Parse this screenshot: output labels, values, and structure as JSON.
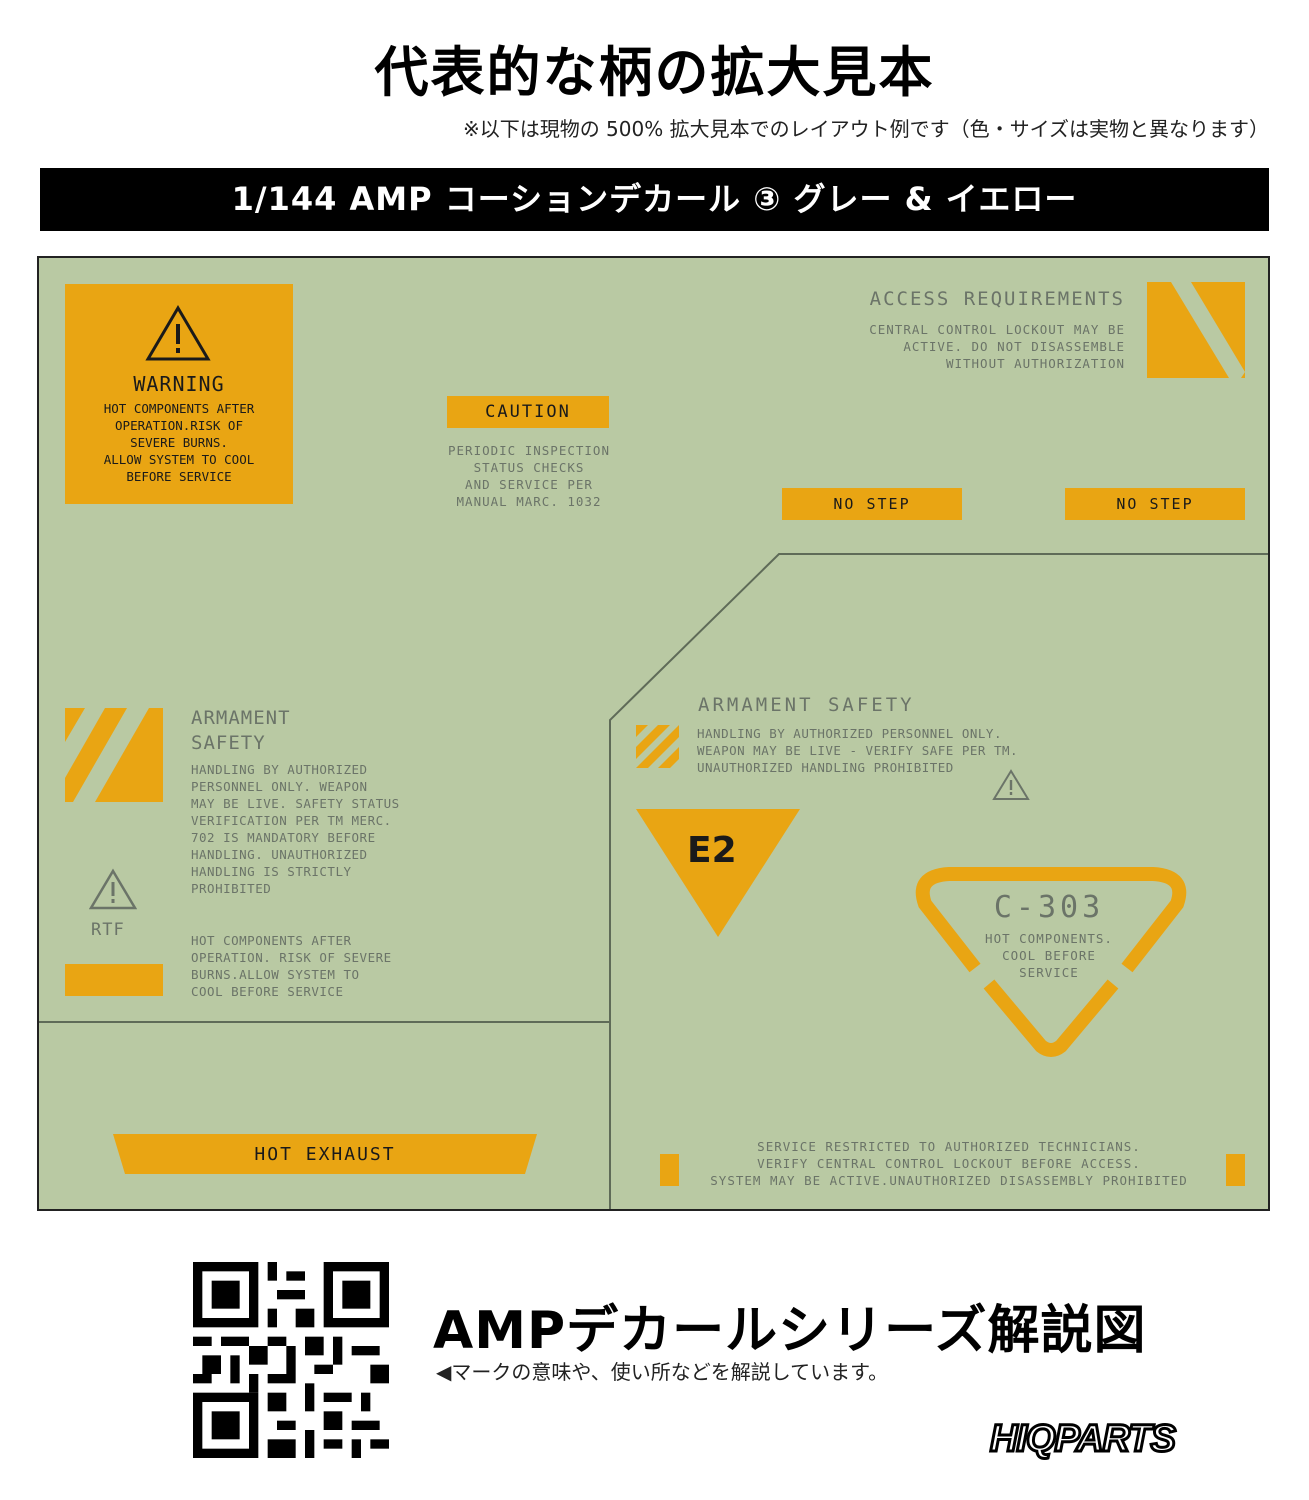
{
  "header": {
    "title": "代表的な柄の拡大見本",
    "note": "※以下は現物の 500% 拡大見本でのレイアウト例です（色・サイズは実物と異なります）"
  },
  "banner": {
    "text": "1/144 AMP コーションデカール ③ グレー & イエロー"
  },
  "decal": {
    "colors": {
      "background": "#b9c9a3",
      "accent": "#e9a513",
      "text": "#6b7468"
    },
    "warning": {
      "icon": "warning-triangle-icon",
      "title": "WARNING",
      "lines": [
        "HOT COMPONENTS AFTER",
        "OPERATION.RISK OF",
        "SEVERE BURNS.",
        "ALLOW SYSTEM TO COOL",
        "BEFORE SERVICE"
      ]
    },
    "caution": {
      "label": "CAUTION",
      "lines": [
        "PERIODIC INSPECTION",
        "STATUS CHECKS",
        "AND SERVICE PER",
        "MANUAL MARC. 1032"
      ]
    },
    "access": {
      "title": "ACCESS REQUIREMENTS",
      "lines": [
        "CENTRAL CONTROL LOCKOUT MAY BE",
        "ACTIVE. DO NOT DISASSEMBLE",
        "WITHOUT AUTHORIZATION"
      ]
    },
    "no_step_1": "NO STEP",
    "no_step_2": "NO STEP",
    "armament_left": {
      "title_1": "ARMAMENT",
      "title_2": "SAFETY",
      "lines": [
        "HANDLING BY AUTHORIZED",
        "PERSONNEL ONLY. WEAPON",
        "MAY BE LIVE. SAFETY STATUS",
        "VERIFICATION PER TM MERC.",
        "702 IS MANDATORY BEFORE",
        "HANDLING. UNAUTHORIZED",
        "HANDLING IS STRICTLY",
        "PROHIBITED"
      ]
    },
    "rtf": "RTF",
    "hot_left": {
      "lines": [
        "HOT COMPONENTS AFTER",
        "OPERATION. RISK OF SEVERE",
        "BURNS.ALLOW SYSTEM TO",
        "COOL BEFORE SERVICE"
      ]
    },
    "armament_right": {
      "title": "ARMAMENT SAFETY",
      "lines": [
        "HANDLING BY AUTHORIZED PERSONNEL ONLY.",
        "WEAPON MAY BE LIVE - VERIFY SAFE PER TM.",
        "UNAUTHORIZED HANDLING PROHIBITED"
      ]
    },
    "e2": "E2",
    "c303": {
      "title": "C-303",
      "lines": [
        "HOT COMPONENTS.",
        "COOL BEFORE",
        "SERVICE"
      ]
    },
    "hot_exhaust": "HOT EXHAUST",
    "service": {
      "lines": [
        "SERVICE RESTRICTED TO AUTHORIZED TECHNICIANS.",
        "VERIFY CENTRAL CONTROL LOCKOUT BEFORE ACCESS.",
        "SYSTEM MAY BE ACTIVE.UNAUTHORIZED DISASSEMBLY PROHIBITED"
      ]
    }
  },
  "footer": {
    "qr_icon": "qr-code-icon",
    "title": "AMPデカールシリーズ解説図",
    "subtitle": "◀マークの意味や、使い所などを解説しています。",
    "logo": "HIQPARTS"
  }
}
